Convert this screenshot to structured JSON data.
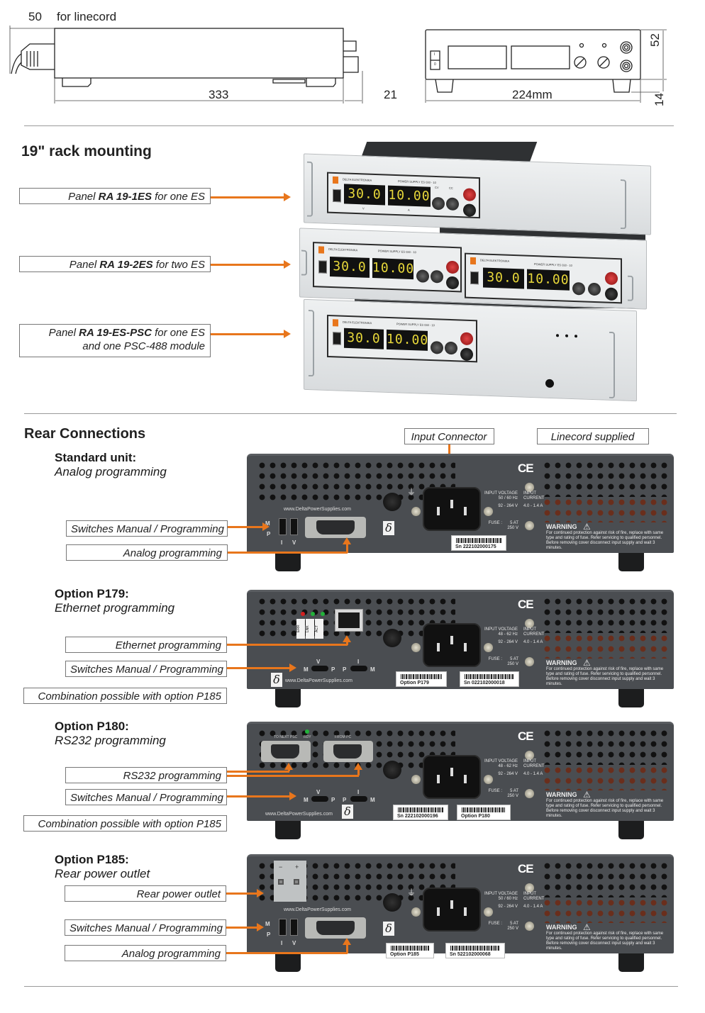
{
  "dimensions": {
    "side": {
      "linecord_value": "50",
      "linecord_label": "for linecord",
      "depth": "333",
      "rear_protrusion": "21"
    },
    "front": {
      "width": "224mm",
      "height": "52",
      "feet": "14",
      "switch_on": "I",
      "switch_off": "0"
    }
  },
  "rack": {
    "title": "19\" rack mounting",
    "panels": [
      {
        "prefix": "Panel ",
        "model": "RA 19-1ES",
        "suffix": " for one ES",
        "line2": ""
      },
      {
        "prefix": "Panel ",
        "model": "RA 19-2ES",
        "suffix": " for two ES",
        "line2": ""
      },
      {
        "prefix": "Panel ",
        "model": "RA 19-ES-PSC",
        "suffix": " for one ES",
        "line2": "and one PSC-488 module"
      }
    ],
    "photo": {
      "brand": "DELTA ELEKTRONIKA",
      "model": "POWER SUPPLY  ES 030 - 10",
      "voltage_display": "30.0",
      "current_display": "10.00",
      "voltage_unit": "V",
      "current_unit": "A",
      "cv_label": "CV",
      "cc_label": "CC"
    }
  },
  "rear": {
    "title": "Rear Connections",
    "top_callouts": {
      "input_connector": "Input Connector",
      "linecord": "Linecord supplied"
    },
    "panel_text": {
      "url": "www.DeltaPowerSupplies.com",
      "input_voltage_label": "INPUT VOLTAGE",
      "input_current_label": "INPUT",
      "input_current_label2": "CURRENT",
      "current_range": "4.0 - 1.4 A",
      "voltage_range": "92 - 264 V",
      "fuse_label": "FUSE :",
      "fuse_value": "5 AT",
      "fuse_voltage": "250 V",
      "warning_title": "WARNING",
      "warning_body": "For continued protection against risk of fire, replace with same type and rating of fuse. Refer servicing to qualified personnel. Before removing cover disconnect input supply and wait 3 minutes.",
      "ce_mark": "CE",
      "delta_logo": "δ",
      "m_label": "M",
      "p_label": "P",
      "i_label": "I",
      "v_label": "V"
    },
    "units": [
      {
        "title": "Standard unit:",
        "subtitle": "Analog programming",
        "frequency": "50 / 60 Hz",
        "callouts": [
          "Switches Manual / Programming",
          "Analog programming"
        ],
        "stickers": [
          "Sn 222102000175"
        ]
      },
      {
        "title": "Option P179:",
        "subtitle": "Ethernet programming",
        "frequency": "48 - 62 Hz",
        "callouts": [
          "Ethernet programming",
          "Switches Manual / Programming",
          "Combination possible with option P185"
        ],
        "leds": [
          "ERR",
          "LNK",
          "ACT"
        ],
        "stickers": [
          "Option P179",
          "Sn 022102000018"
        ]
      },
      {
        "title": "Option P180:",
        "subtitle": "RS232 programming",
        "frequency": "48 - 62 Hz",
        "callouts": [
          "RS232 programming",
          "Switches Manual / Programming",
          "Combination possible with option P185"
        ],
        "ports": [
          "TO NEXT PSC",
          "RDY",
          "FROM PC"
        ],
        "stickers": [
          "Sn 222102000196",
          "Option P180"
        ]
      },
      {
        "title": "Option P185:",
        "subtitle": "Rear power outlet",
        "frequency": "50 / 60 Hz",
        "callouts": [
          "Rear power outlet",
          "Switches Manual / Programming",
          "Analog programming"
        ],
        "outlet_labels": [
          "−",
          "+"
        ],
        "stickers": [
          "Option P185",
          "Sn 522102000068"
        ]
      }
    ]
  },
  "colors": {
    "accent_arrow": "#e8761c",
    "rear_panel": "#4a4d51",
    "display_digits": "#e8d83a"
  }
}
